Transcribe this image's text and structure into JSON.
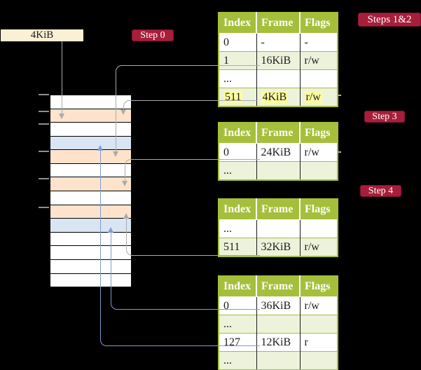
{
  "palette": {
    "badge_red": "#a71e3b",
    "table_header_green": "#a5bf3b",
    "table_row_green": "#edf2db",
    "memory_orange": "#fde3cb",
    "memory_blue": "#d9e5f3",
    "frame_box_cream": "#faf0d3",
    "highlight_yellow": "#fdfd9e",
    "arrow_grey": "#ababab",
    "arrow_blue": "#7e9cd1"
  },
  "frame_box": {
    "label": "4KiB"
  },
  "badges": [
    {
      "label": "Step 0"
    },
    {
      "label": "Steps 1&2"
    },
    {
      "label": "Step 3"
    },
    {
      "label": "Step 4"
    }
  ],
  "memory_column": {
    "rows": [
      {
        "color": "white"
      },
      {
        "color": "orange"
      },
      {
        "color": "white"
      },
      {
        "color": "blue"
      },
      {
        "color": "orange"
      },
      {
        "color": "white"
      },
      {
        "color": "orange"
      },
      {
        "color": "white"
      },
      {
        "color": "orange"
      },
      {
        "color": "blue"
      },
      {
        "color": "white"
      },
      {
        "color": "white"
      },
      {
        "color": "white"
      },
      {
        "color": "white"
      }
    ]
  },
  "tables": [
    {
      "id": "page-table-steps-1-2",
      "headers": [
        "Index",
        "Frame",
        "Flags"
      ],
      "rows": [
        {
          "cells": [
            "0",
            "-",
            "-"
          ],
          "shaded": false,
          "highlight": false
        },
        {
          "cells": [
            "1",
            "16KiB",
            "r/w"
          ],
          "shaded": true,
          "highlight": false
        },
        {
          "cells": [
            "...",
            "",
            ""
          ],
          "shaded": false,
          "highlight": false
        },
        {
          "cells": [
            "511",
            "4KiB",
            "r/w"
          ],
          "shaded": true,
          "highlight": true
        }
      ]
    },
    {
      "id": "page-table-step-3",
      "headers": [
        "Index",
        "Frame",
        "Flags"
      ],
      "rows": [
        {
          "cells": [
            "0",
            "24KiB",
            "r/w"
          ],
          "shaded": false,
          "highlight": false
        },
        {
          "cells": [
            "...",
            "",
            ""
          ],
          "shaded": true,
          "highlight": false
        }
      ]
    },
    {
      "id": "page-table-step-4",
      "headers": [
        "Index",
        "Frame",
        "Flags"
      ],
      "rows": [
        {
          "cells": [
            "...",
            "",
            ""
          ],
          "shaded": false,
          "highlight": false
        },
        {
          "cells": [
            "511",
            "32KiB",
            "r/w"
          ],
          "shaded": true,
          "highlight": false
        }
      ]
    },
    {
      "id": "page-table-bottom",
      "headers": [
        "Index",
        "Frame",
        "Flags"
      ],
      "rows": [
        {
          "cells": [
            "0",
            "36KiB",
            "r/w"
          ],
          "shaded": false,
          "highlight": false
        },
        {
          "cells": [
            "...",
            "",
            ""
          ],
          "shaded": true,
          "highlight": false
        },
        {
          "cells": [
            "127",
            "12KiB",
            "r"
          ],
          "shaded": false,
          "highlight": false
        },
        {
          "cells": [
            "...",
            "",
            ""
          ],
          "shaded": true,
          "highlight": false
        }
      ]
    }
  ],
  "connectors": [
    {
      "id": "frame-box-to-memory",
      "color": "grey",
      "direction": "down"
    },
    {
      "id": "t1-row-1-to-memory",
      "color": "grey",
      "direction": "down"
    },
    {
      "id": "t1-row-511-to-memory",
      "color": "grey",
      "direction": "down"
    },
    {
      "id": "t2-row-0-to-memory",
      "color": "grey",
      "direction": "down"
    },
    {
      "id": "t3-row-511-to-memory",
      "color": "grey",
      "direction": "up"
    },
    {
      "id": "t4-row-0-to-memory",
      "color": "blue",
      "direction": "up"
    },
    {
      "id": "t4-row-127-to-memory",
      "color": "blue",
      "direction": "up"
    }
  ]
}
